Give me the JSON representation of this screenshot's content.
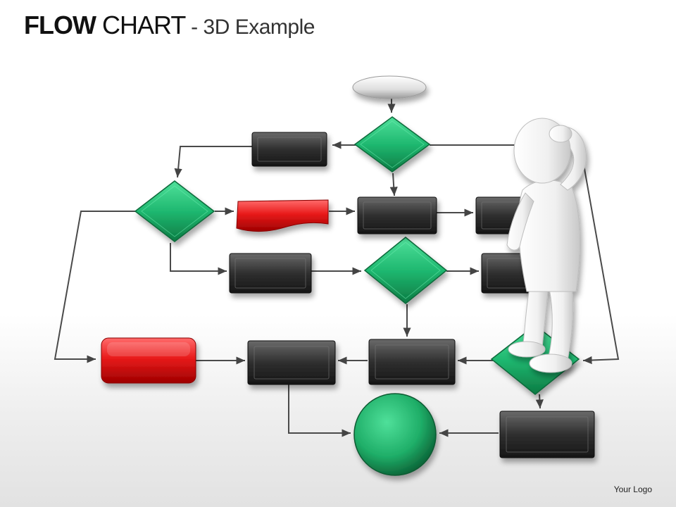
{
  "title": {
    "bold": "FLOW",
    "light": "CHART",
    "dash": " - ",
    "sub": "3D Example"
  },
  "footer": {
    "logo": "Your Logo"
  },
  "colors": {
    "green": "#1fb870",
    "green_dark": "#0c6a3b",
    "red": "#e11212",
    "dark_box": "#2d2d2d",
    "oval": "#e4e4e4",
    "connector": "#444444"
  },
  "shapes": [
    {
      "name": "start-oval",
      "kind": "oval",
      "color": "oval"
    },
    {
      "name": "decision-top",
      "kind": "diamond",
      "color": "green"
    },
    {
      "name": "decision-left",
      "kind": "diamond",
      "color": "green"
    },
    {
      "name": "decision-middle",
      "kind": "diamond",
      "color": "green"
    },
    {
      "name": "decision-bottom-right",
      "kind": "diamond",
      "color": "green"
    },
    {
      "name": "process-top-left",
      "kind": "box",
      "color": "dark_box"
    },
    {
      "name": "process-wavy-red",
      "kind": "document",
      "color": "red"
    },
    {
      "name": "process-center-row2",
      "kind": "box",
      "color": "dark_box"
    },
    {
      "name": "process-right-row2",
      "kind": "box",
      "color": "dark_box"
    },
    {
      "name": "process-left-row3",
      "kind": "box",
      "color": "dark_box"
    },
    {
      "name": "process-right-row3",
      "kind": "box",
      "color": "dark_box"
    },
    {
      "name": "process-red-bottom",
      "kind": "box",
      "color": "red"
    },
    {
      "name": "process-bottom-center-left",
      "kind": "box",
      "color": "dark_box"
    },
    {
      "name": "process-bottom-center",
      "kind": "box",
      "color": "dark_box"
    },
    {
      "name": "process-bottom-right",
      "kind": "box",
      "color": "dark_box"
    },
    {
      "name": "end-circle",
      "kind": "circle",
      "color": "green"
    }
  ],
  "figure": {
    "name": "thinking-person-figure",
    "color": "#f2f2f2"
  }
}
